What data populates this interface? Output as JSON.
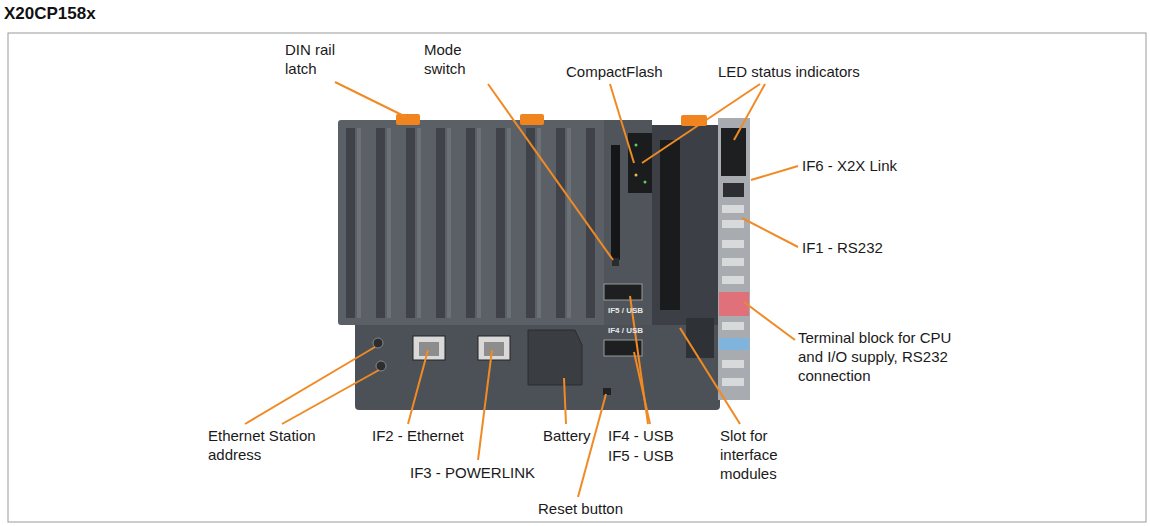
{
  "diagram": {
    "title": "X20CP158x",
    "labels": [
      "DIN rail latch",
      "Mode switch",
      "CompactFlash",
      "LED status indicators",
      "IF6 - X2X Link",
      "IF1 - RS232",
      "Terminal block for CPU and I/O supply, RS232 connection",
      "Ethernet Station address",
      "IF2 - Ethernet",
      "IF3 - POWERLINK",
      "Battery",
      "IF4 - USB",
      "IF5 - USB",
      "Slot for interface modules",
      "Reset button",
      "IF5 / USB",
      "IF4 / USB"
    ]
  }
}
